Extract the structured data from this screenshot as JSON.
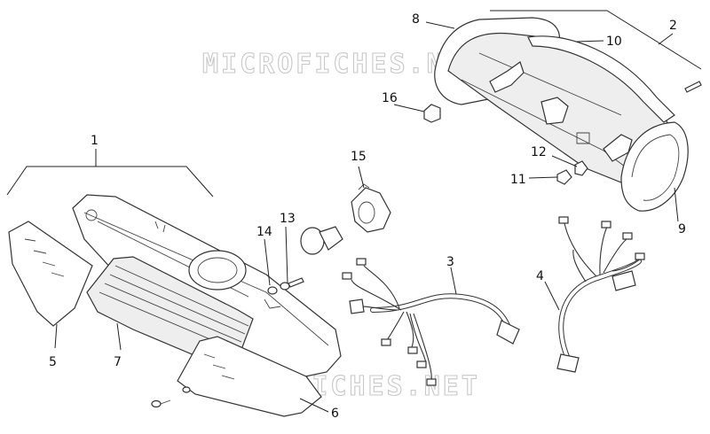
{
  "watermark": {
    "text": "MICROFICHES.NET"
  },
  "callouts": [
    {
      "id": "c1",
      "label": "1"
    },
    {
      "id": "c2",
      "label": "2"
    },
    {
      "id": "c3",
      "label": "3"
    },
    {
      "id": "c4",
      "label": "4"
    },
    {
      "id": "c5",
      "label": "5"
    },
    {
      "id": "c6",
      "label": "6"
    },
    {
      "id": "c7",
      "label": "7"
    },
    {
      "id": "c8",
      "label": "8"
    },
    {
      "id": "c9",
      "label": "9"
    },
    {
      "id": "c10",
      "label": "10"
    },
    {
      "id": "c11",
      "label": "11"
    },
    {
      "id": "c12",
      "label": "12"
    },
    {
      "id": "c13",
      "label": "13"
    },
    {
      "id": "c14",
      "label": "14"
    },
    {
      "id": "c15",
      "label": "15"
    },
    {
      "id": "c16",
      "label": "16"
    }
  ],
  "colors": {
    "line": "#333333",
    "watermark": "#c8c8c8",
    "background": "#ffffff"
  }
}
